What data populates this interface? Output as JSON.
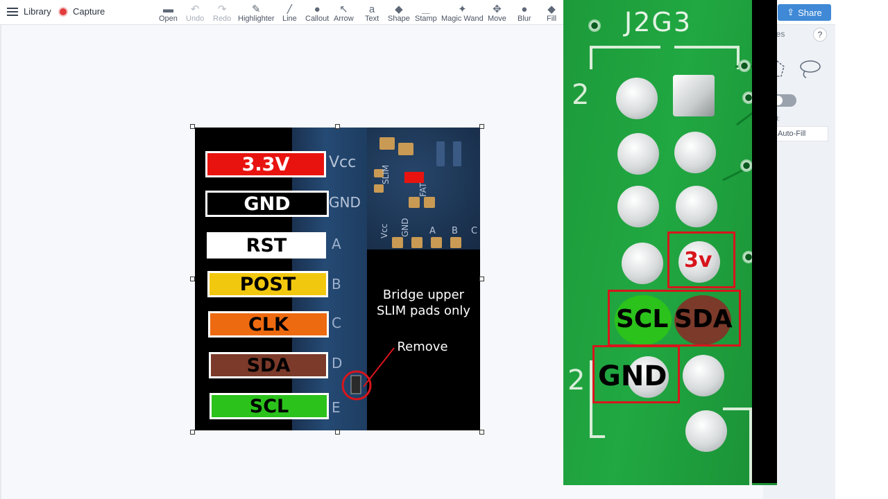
{
  "topbar": {
    "library_label": "Library",
    "capture_label": "Capture",
    "tools": [
      {
        "label": "Open",
        "icon": "folder-icon",
        "glyph": "▬",
        "enabled": true
      },
      {
        "label": "Undo",
        "icon": "undo-icon",
        "glyph": "↶",
        "enabled": false
      },
      {
        "label": "Redo",
        "icon": "redo-icon",
        "glyph": "↷",
        "enabled": false
      },
      {
        "label": "Highlighter",
        "icon": "highlighter-icon",
        "glyph": "✎",
        "enabled": true
      },
      {
        "label": "Line",
        "icon": "line-icon",
        "glyph": "╱",
        "enabled": true
      },
      {
        "label": "Callout",
        "icon": "callout-icon",
        "glyph": "●",
        "enabled": true
      },
      {
        "label": "Arrow",
        "icon": "arrow-icon",
        "glyph": "↖",
        "enabled": true
      },
      {
        "label": "Text",
        "icon": "text-icon",
        "glyph": "a",
        "enabled": true
      },
      {
        "label": "Shape",
        "icon": "shape-icon",
        "glyph": "◆",
        "enabled": true
      },
      {
        "label": "Stamp",
        "icon": "stamp-icon",
        "glyph": "▁",
        "enabled": true
      },
      {
        "label": "Magic Wand",
        "icon": "magic-wand-icon",
        "glyph": "✦",
        "enabled": true
      },
      {
        "label": "Move",
        "icon": "move-icon",
        "glyph": "✥",
        "enabled": true
      },
      {
        "label": "Blur",
        "icon": "blur-icon",
        "glyph": "●",
        "enabled": true
      },
      {
        "label": "Fill",
        "icon": "fill-icon",
        "glyph": "◆",
        "enabled": true
      }
    ],
    "share_label": "Share"
  },
  "panel": {
    "tab_partial": "les",
    "help_label": "?",
    "fill_label": "Fill:",
    "autofill_label": "Auto-Fill"
  },
  "pinout_image": {
    "pins": [
      {
        "label": "3.3V",
        "bg": "#e8130f",
        "fg": "#ffffff"
      },
      {
        "label": "GND",
        "bg": "#000000",
        "fg": "#ffffff"
      },
      {
        "label": "RST",
        "bg": "#ffffff",
        "fg": "#000000"
      },
      {
        "label": "POST",
        "bg": "#f2c80f",
        "fg": "#000000"
      },
      {
        "label": "CLK",
        "bg": "#ee6a10",
        "fg": "#000000"
      },
      {
        "label": "SDA",
        "bg": "#7b3a2a",
        "fg": "#000000"
      },
      {
        "label": "SCL",
        "bg": "#2bc21b",
        "fg": "#000000"
      }
    ],
    "silk_vcc": "Vcc",
    "silk_gnd": "GND",
    "silk_letters": [
      "A",
      "B",
      "C",
      "D",
      "E"
    ],
    "silk_top": [
      "SLIM",
      "FAT",
      "Vcc",
      "GND",
      "A",
      "B",
      "C"
    ],
    "note_line1": "Bridge upper",
    "note_line2": "SLIM pads only",
    "remove_label": "Remove"
  },
  "board_photo": {
    "header_label": "J2G3",
    "pin_number_top": "2",
    "pin_number_bottom": "2",
    "label_3v": "3v",
    "label_scl": "SCL",
    "label_sda": "SDA",
    "label_gnd": "GND",
    "accent_red": "#d8151c",
    "scl_color": "#2bc21b",
    "sda_color": "#7b3a2a"
  }
}
